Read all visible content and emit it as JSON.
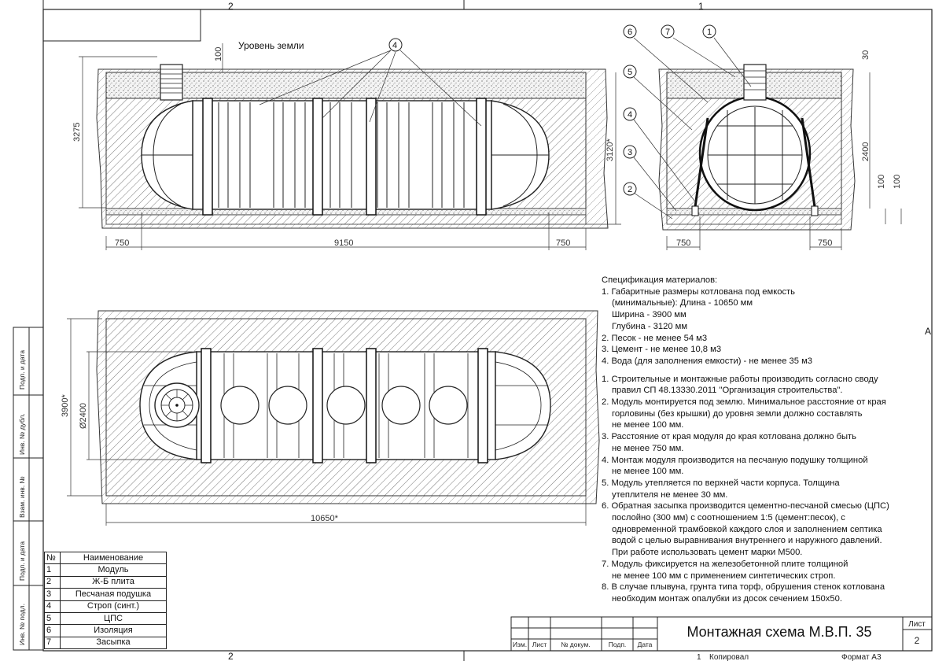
{
  "top_left_number": "2",
  "top_right_number": "1",
  "bottom_left_number": "2",
  "bottom_right_number": "1",
  "right_edge_letter": "A",
  "ground_level_label": "Уровень земли",
  "side_view": {
    "dim_ground_cover": "100",
    "dim_total_height": "3275",
    "dim_depth": "3120*",
    "dim_left_margin": "750",
    "dim_length": "9150",
    "dim_right_margin": "750",
    "callout_4": "4"
  },
  "cross_section": {
    "callouts": [
      "6",
      "7",
      "1",
      "5",
      "4",
      "3",
      "2"
    ],
    "dim_insulation": "30",
    "dim_height": "2400",
    "dim_slab": "100",
    "dim_sand": "100",
    "dim_left": "750",
    "dim_right": "750"
  },
  "plan_view": {
    "dim_width": "3900*",
    "dim_diameter": "Ø2400",
    "dim_length": "10650*"
  },
  "spec": {
    "title": "Спецификация материалов:",
    "items": [
      "1. Габаритные размеры котлована под емкость",
      "(минимальные): Длина - 10650 мм",
      "Ширина - 3900 мм",
      "Глубина - 3120 мм",
      "2. Песок - не менее 54 м3",
      "3. Цемент - не менее 10,8 м3",
      "4. Вода (для заполнения емкости) - не менее 35 м3"
    ],
    "notes": [
      "1. Строительные и монтажные работы производить согласно своду",
      "правил СП 48.13330.2011 \"Организация строительства\".",
      "2. Модуль монтируется под землю. Минимальное расстояние от края",
      "горловины (без крышки) до уровня земли должно составлять",
      "не менее 100 мм.",
      "3. Расстояние от края модуля до края котлована должно быть",
      "не менее 750 мм.",
      "4. Монтаж модуля производится на песчаную подушку толщиной",
      "не менее 100 мм.",
      "5. Модуль утепляется по верхней части корпуса. Толщина",
      "утеплителя не менее 30 мм.",
      "6. Обратная засыпка производится цементно-песчаной смесью (ЦПС)",
      "послойно (300 мм) с соотношением 1:5 (цемент:песок), с",
      "одновременной трамбовкой каждого слоя и заполнением септика",
      "водой с целью выравнивания внутреннего и наружного давлений.",
      "При работе использовать цемент марки М500.",
      "7. Модуль фиксируется на железобетонной плите толщиной",
      "не менее 100 мм с применением синтетических строп.",
      "8. В случае плывуна, грунта типа торф, обрушения стенок котлована",
      "необходим монтаж опалубки из досок сечением 150х50."
    ]
  },
  "parts_table": {
    "header": [
      "№",
      "Наименование"
    ],
    "rows": [
      [
        "1",
        "Модуль"
      ],
      [
        "2",
        "Ж-Б плита"
      ],
      [
        "3",
        "Песчаная подушка"
      ],
      [
        "4",
        "Строп (синт.)"
      ],
      [
        "5",
        "ЦПС"
      ],
      [
        "6",
        "Изоляция"
      ],
      [
        "7",
        "Засыпка"
      ]
    ]
  },
  "side_stamp": [
    "Подп. и дата",
    "Инв. № дубл.",
    "Взам. инв. №",
    "Подп. и дата",
    "Инв. № подл."
  ],
  "title_block": {
    "title": "Монтажная схема М.В.П. 35",
    "cols": [
      "Изм.",
      "Лист",
      "№ докум.",
      "Подп.",
      "Дата"
    ],
    "sheet_label": "Лист",
    "sheet_number": "2",
    "copied": "Копировал",
    "format": "Формат А3"
  }
}
